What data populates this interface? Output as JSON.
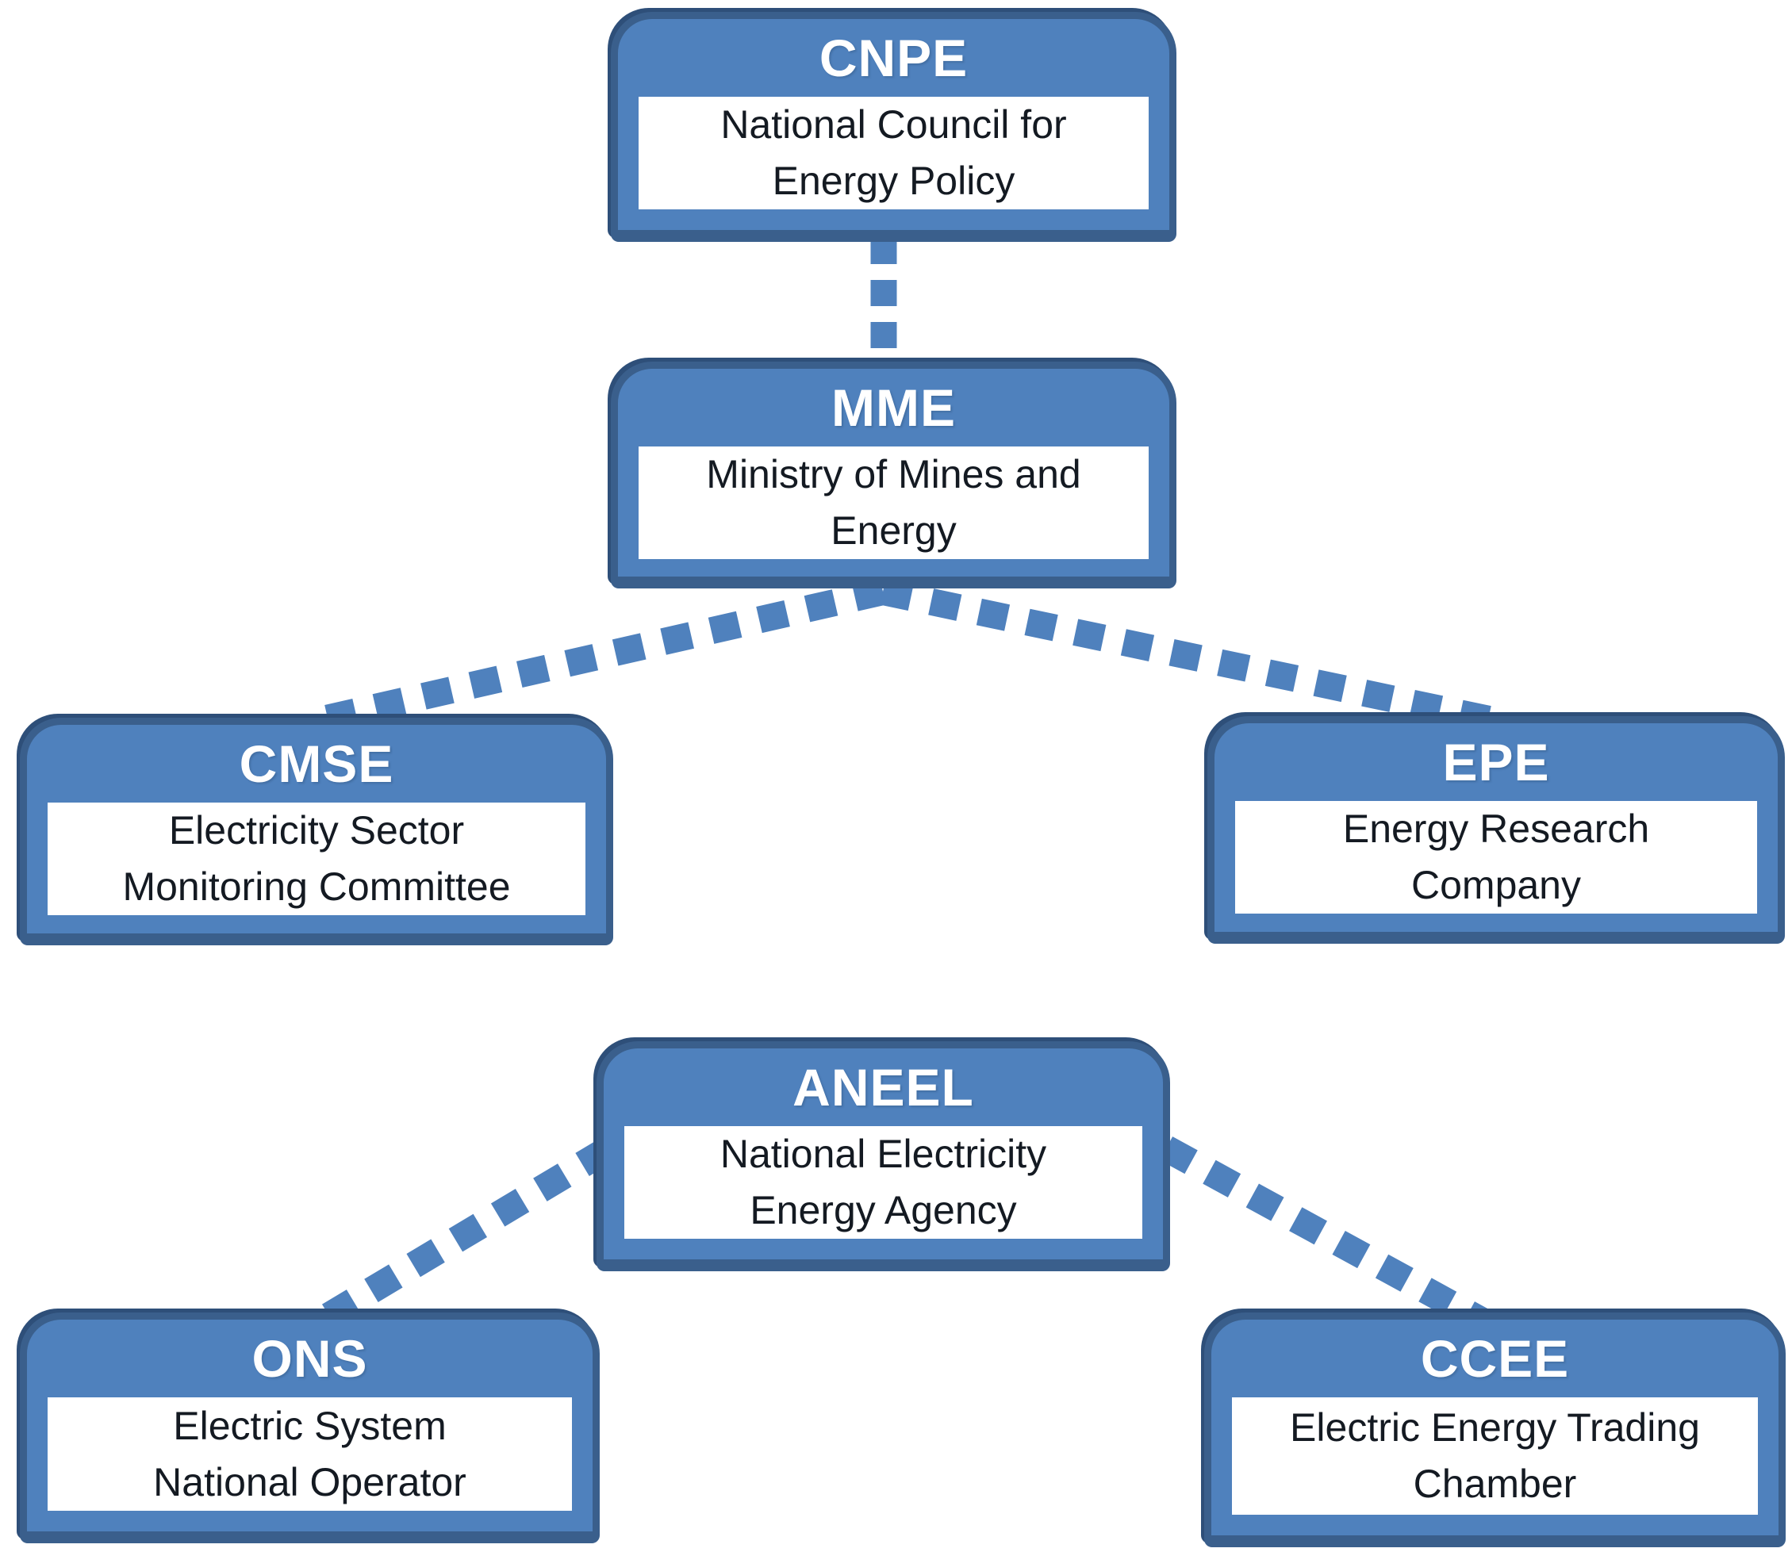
{
  "diagram": {
    "type": "org-chart",
    "nodes": [
      {
        "id": "cnpe",
        "acronym": "CNPE",
        "name_line1": "National Council for",
        "name_line2": "Energy Policy"
      },
      {
        "id": "mme",
        "acronym": "MME",
        "name_line1": "Ministry of Mines and",
        "name_line2": "Energy"
      },
      {
        "id": "cmse",
        "acronym": "CMSE",
        "name_line1": "Electricity Sector",
        "name_line2": "Monitoring Committee"
      },
      {
        "id": "epe",
        "acronym": "EPE",
        "name_line1": "Energy Research",
        "name_line2": "Company"
      },
      {
        "id": "aneel",
        "acronym": "ANEEL",
        "name_line1": "National Electricity",
        "name_line2": "Energy Agency"
      },
      {
        "id": "ons",
        "acronym": "ONS",
        "name_line1": "Electric System",
        "name_line2": "National Operator"
      },
      {
        "id": "ccee",
        "acronym": "CCEE",
        "name_line1": "Electric Energy Trading",
        "name_line2": "Chamber"
      }
    ],
    "edges": [
      {
        "from": "CNPE",
        "to": "MME",
        "style": "dashed"
      },
      {
        "from": "MME",
        "to": "CMSE",
        "style": "dashed"
      },
      {
        "from": "MME",
        "to": "EPE",
        "style": "dashed"
      },
      {
        "from": "ANEEL",
        "to": "ONS",
        "style": "dashed"
      },
      {
        "from": "ANEEL",
        "to": "CCEE",
        "style": "dashed"
      }
    ],
    "colors": {
      "box_fill": "#4f81bd",
      "box_border": "#3a5f8c",
      "box_bevel": "#2e4f79",
      "header_text": "#ffffff",
      "body_text": "#141a22",
      "connector": "#4f81bd",
      "background": "#ffffff"
    }
  }
}
